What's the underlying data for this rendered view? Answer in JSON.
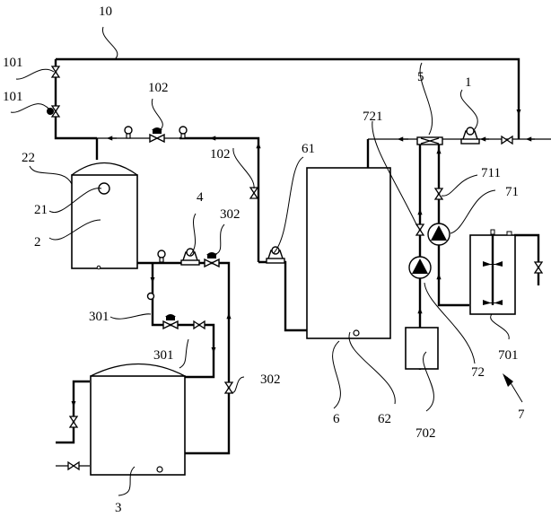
{
  "figure": {
    "type": "process-flow schematic",
    "labels": {
      "main_pipe": "10",
      "valve_101_a": "101",
      "valve_101_b": "101",
      "valve_102_top": "102",
      "valve_102_right": "102",
      "tank_2_shell": "22",
      "tank_2_port": "21",
      "tank_2": "2",
      "pump_4": "4",
      "valve_302_top": "302",
      "valve_301_a": "301",
      "valve_301_b": "301",
      "valve_302_bottom": "302",
      "tank_3": "3",
      "pump_61": "61",
      "unit_6": "6",
      "port_62": "62",
      "valve_721": "721",
      "mixer_5": "5",
      "pump_1": "1",
      "valve_711": "711",
      "pump_71": "71",
      "pump_72": "72",
      "tank_701": "701",
      "tank_702": "702",
      "assembly_7": "7"
    }
  }
}
